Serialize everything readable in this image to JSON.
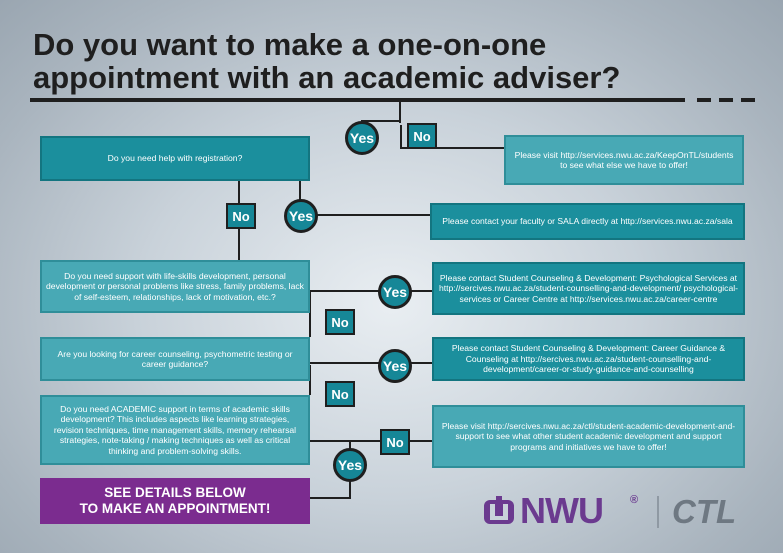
{
  "title": {
    "line1": "Do you want to make a one-on-one",
    "line2": "appointment with an academic adviser?"
  },
  "labels": {
    "yes": "Yes",
    "no": "No"
  },
  "questions": [
    "Do you need help with registration?",
    "Do you need support with life-skills development, personal development or personal problems like stress, family problems, lack of self-esteem, relationships, lack of motivation, etc.?",
    "Are you looking for career counseling, psychometric testing or career guidance?",
    "Do you need ACADEMIC support in terms of academic skills development? This includes aspects like learning strategies, revision techniques, time management skills, memory rehearsal strategies, note-taking / making techniques as well as critical thinking and problem-solving skills."
  ],
  "answers": [
    "Please visit http://services.nwu.ac.za/KeepOnTL/students to see what else we have to offer!",
    "Please contact your faculty or SALA directly at http://services.nwu.ac.za/sala",
    "Please contact Student Counseling & Development: Psychological Services at http://sercives.nwu.ac.za/student-counselling-and-development/ psychological-services or Career Centre at http://services.nwu.ac.za/career-centre",
    "Please contact Student Counseling & Development: Career Guidance & Counseling at http://sercives.nwu.ac.za/student-counselling-and-development/career-or-study-guidance-and-counselling",
    "Please visit http://sercives.nwu.ac.za/ctl/student-academic-development-and-support to see what other student academic development and support programs and initiatives we have to offer!"
  ],
  "cta": {
    "line1": "SEE DETAILS BELOW",
    "line2": "TO MAKE AN APPOINTMENT!"
  },
  "logo": {
    "brand": "NWU",
    "reg": "®",
    "unit": "CTL"
  },
  "colors": {
    "teal": "#1b8f9d",
    "teal_light": "#48a9b5",
    "purple": "#7b2c8f",
    "ink": "#1f1f1f"
  }
}
